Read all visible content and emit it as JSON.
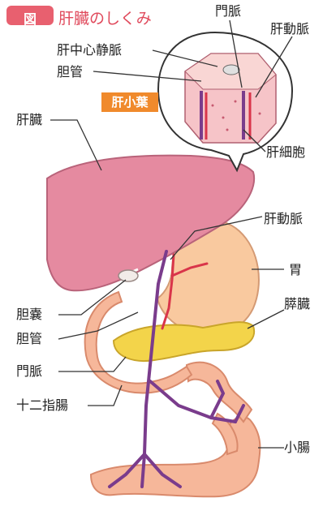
{
  "header": {
    "badge": "図",
    "title": "肝臓のしくみ"
  },
  "labels": {
    "portal_vein_top": "門脈",
    "hepatic_artery_top": "肝動脈",
    "central_vein": "肝中心静脈",
    "bile_duct_top": "胆管",
    "liver_lobule": "肝小葉",
    "liver": "肝臓",
    "hepatocyte": "肝細胞",
    "hepatic_artery": "肝動脈",
    "stomach": "胃",
    "gallbladder": "胆嚢",
    "pancreas": "膵臓",
    "bile_duct": "胆管",
    "portal_vein": "門脈",
    "duodenum": "十二指腸",
    "small_intestine": "小腸"
  },
  "colors": {
    "liver": "#e58aa0",
    "stomach": "#f9c99f",
    "intestine": "#f6b79a",
    "pancreas": "#f3d44a",
    "vein": "#7a3c8c",
    "artery": "#d9354a",
    "accent": "#e8606f",
    "lobule_tag": "#f08a2c"
  }
}
